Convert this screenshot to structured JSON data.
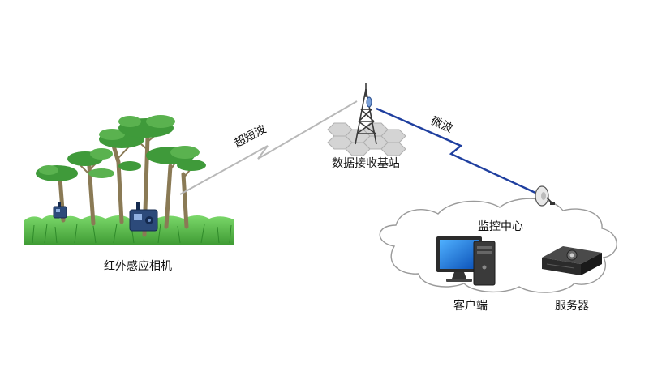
{
  "nodes": {
    "camera": {
      "label": "红外感应相机"
    },
    "base_station": {
      "label": "数据接收基站"
    },
    "monitor_center": {
      "label": "监控中心"
    },
    "client": {
      "label": "客户端"
    },
    "server": {
      "label": "服务器"
    }
  },
  "links": {
    "shortwave": {
      "label": "超短波"
    },
    "microwave": {
      "label": "微波"
    }
  },
  "colors": {
    "shortwave_line": "#b8b8b8",
    "microwave_line": "#1f3f9f",
    "cloud_stroke": "#9a9a9a",
    "grass": "#4caf3e",
    "tree_canopy": "#3f9a3a",
    "trunk": "#8a7a55",
    "camera_body": "#2c4a7a",
    "tower": "#3a3a3a",
    "hexagon": "#d4d4d4",
    "monitor_screen": "#1a73d9",
    "device_dark": "#2b2b2b"
  }
}
